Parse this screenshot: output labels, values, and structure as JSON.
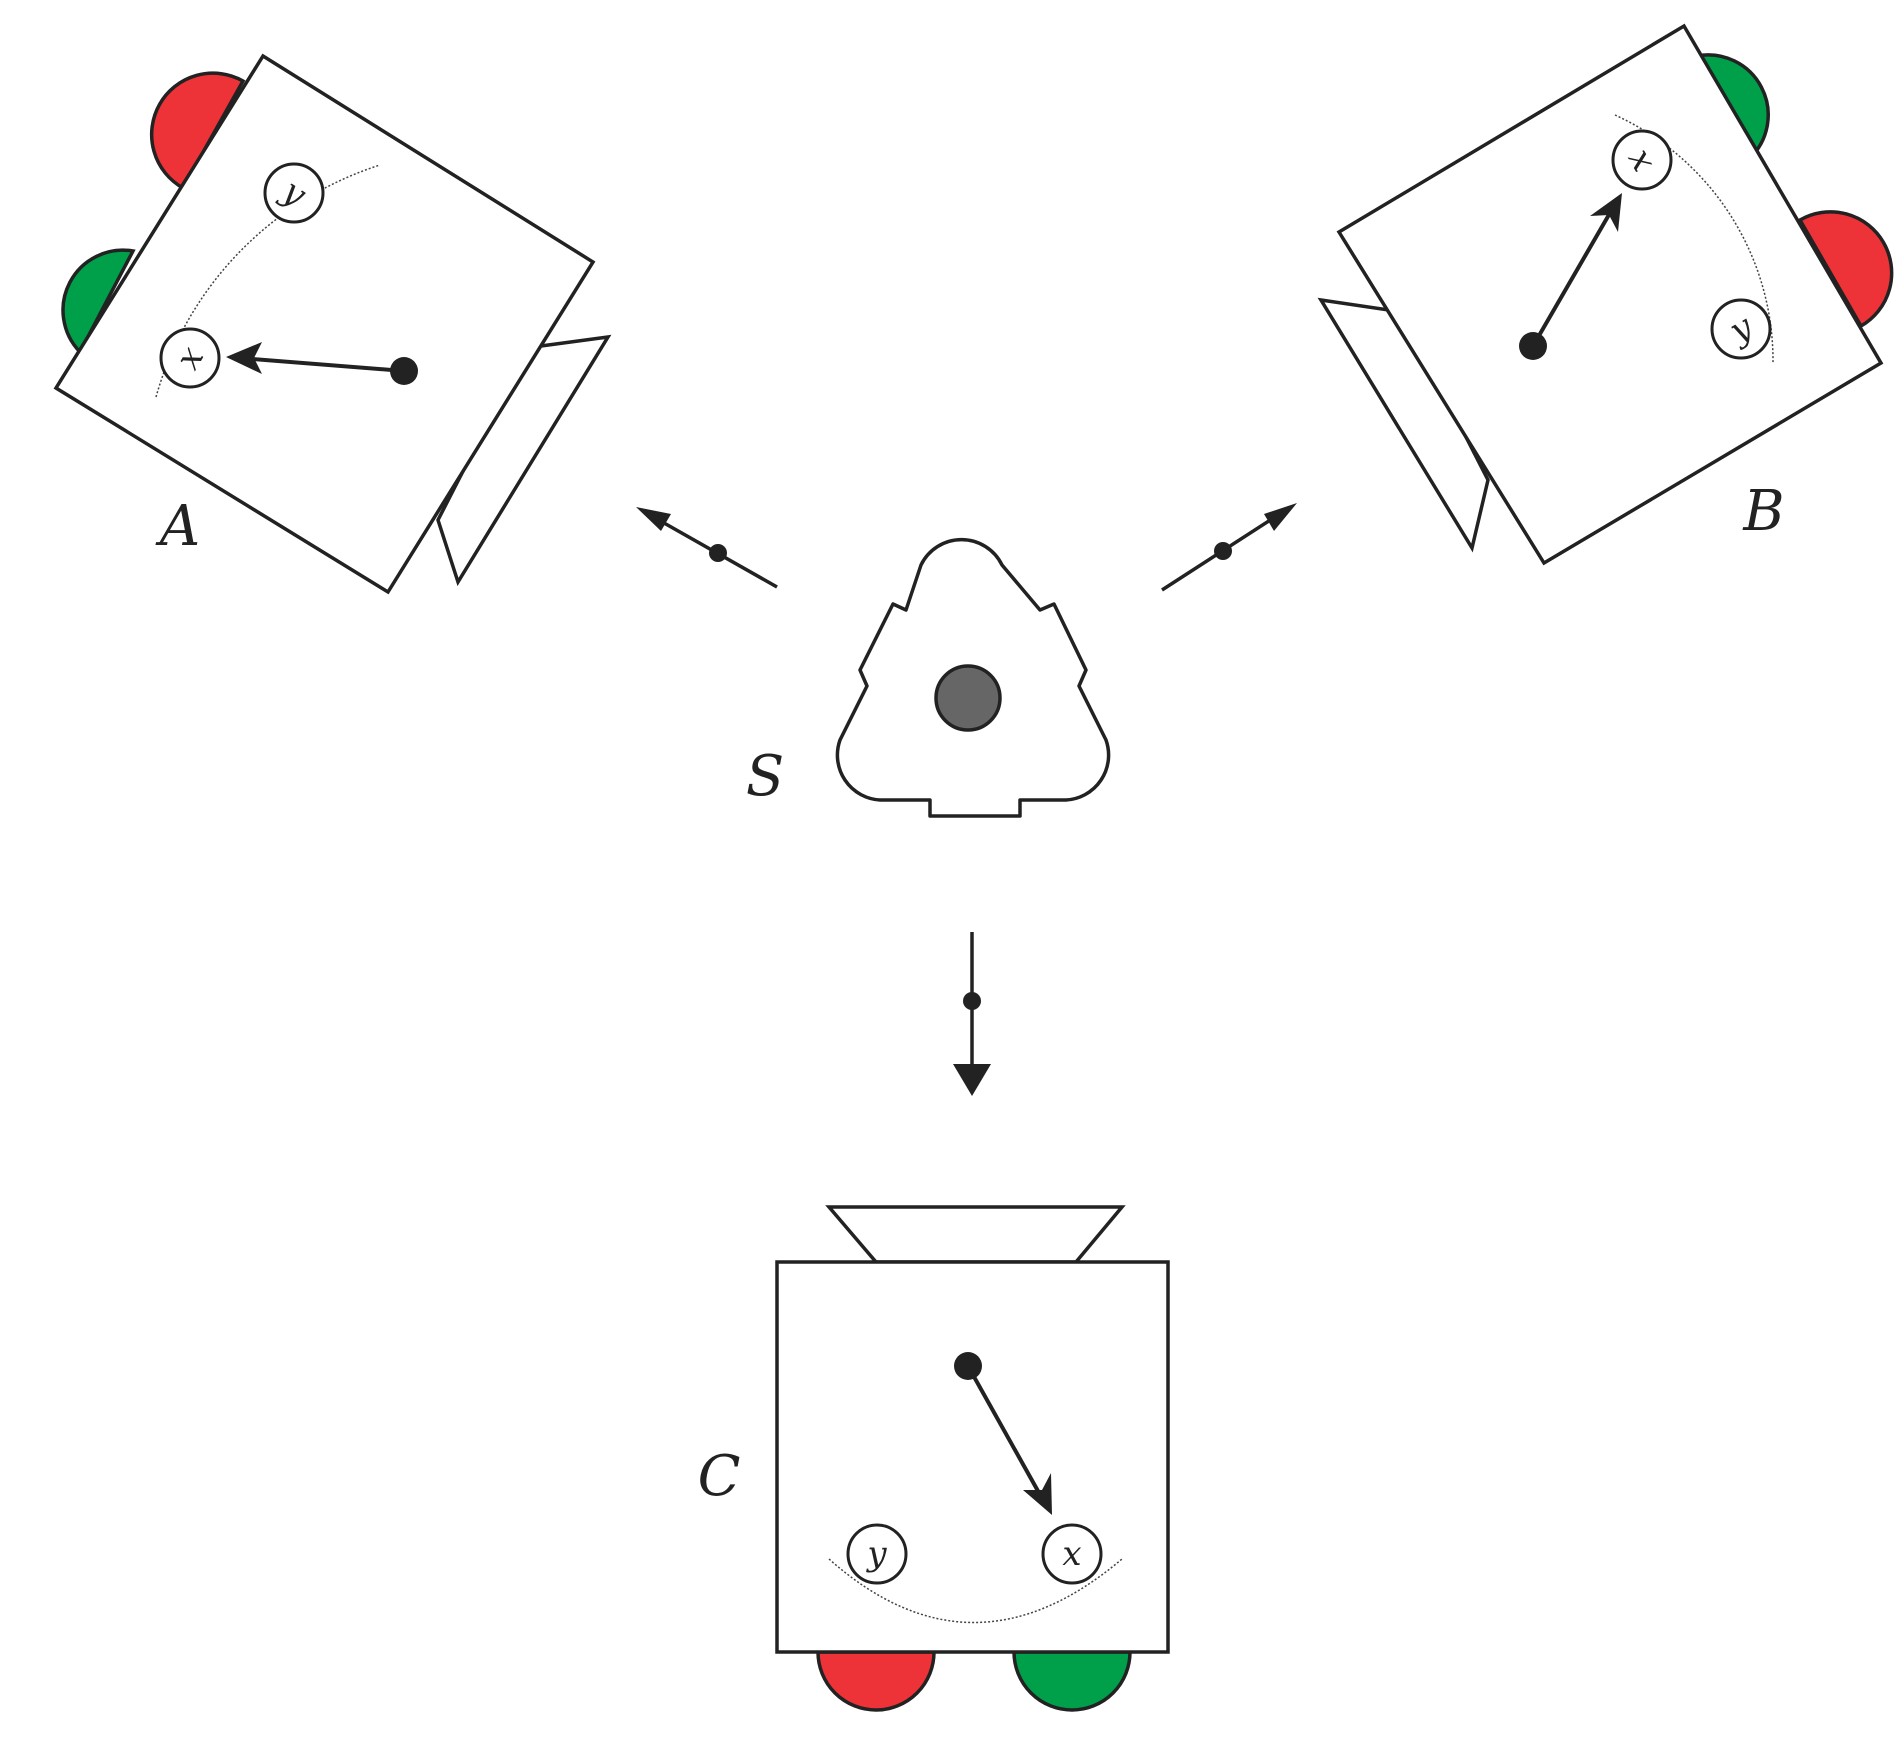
{
  "colors": {
    "stroke": "#222222",
    "red": "#ee3338",
    "green": "#00a04b",
    "gray": "#666666",
    "background": "#ffffff"
  },
  "source": {
    "label": "S"
  },
  "detectors": [
    {
      "id": "A",
      "label": "A",
      "symbols": {
        "x": "x",
        "y": "y"
      },
      "lights": [
        "red",
        "green"
      ]
    },
    {
      "id": "B",
      "label": "B",
      "symbols": {
        "x": "x",
        "y": "y"
      },
      "lights": [
        "green",
        "red"
      ]
    },
    {
      "id": "C",
      "label": "C",
      "symbols": {
        "x": "x",
        "y": "y"
      },
      "lights": [
        "red",
        "green"
      ]
    }
  ]
}
